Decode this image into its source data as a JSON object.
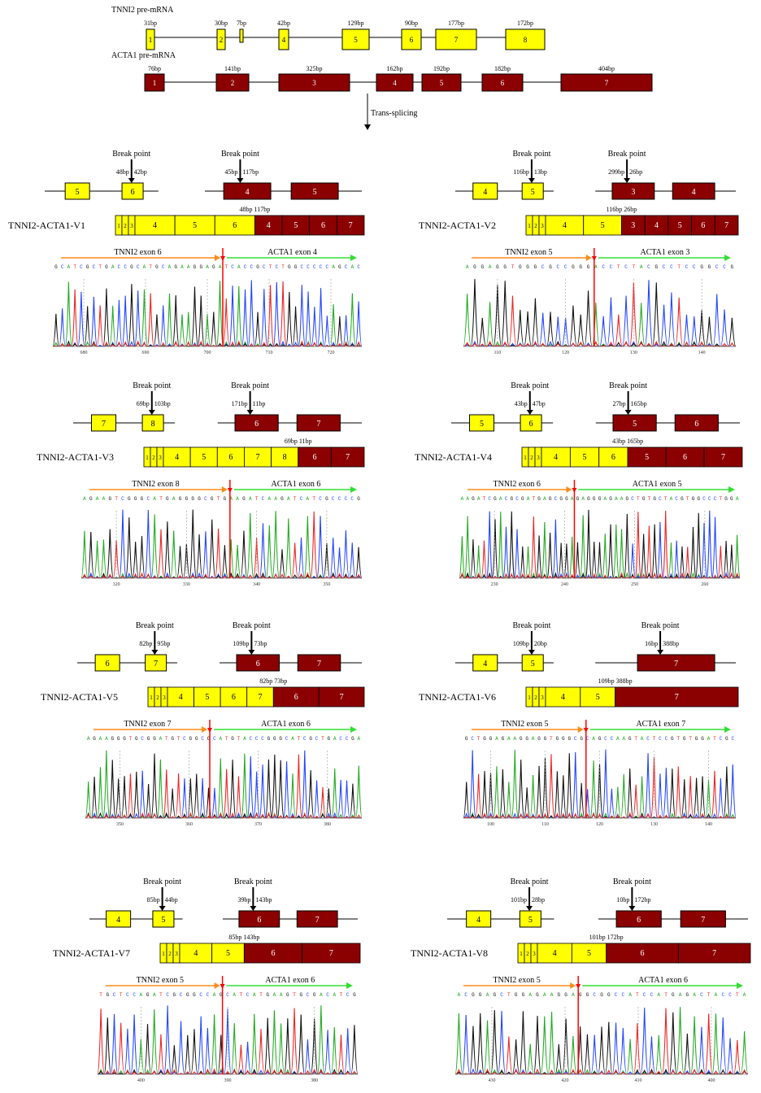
{
  "colors": {
    "tnni2": "#ffff00",
    "acta1": "#8b0000",
    "orange_arrow": "#ff8c1a",
    "green_arrow": "#33dd33",
    "junction": "#ff0000",
    "trace_A": "#22aa22",
    "trace_C": "#2244ff",
    "trace_G": "#111111",
    "trace_T": "#ee2222"
  },
  "pre_mrna": {
    "tnni2": {
      "title": "TNNI2 pre-mRNA",
      "exons": [
        {
          "label": "1",
          "size": "31bp"
        },
        {
          "label": "2",
          "size": "30bp"
        },
        {
          "label": "",
          "size": "7bp"
        },
        {
          "label": "4",
          "size": "42bp"
        },
        {
          "label": "5",
          "size": "129bp"
        },
        {
          "label": "6",
          "size": "90bp"
        },
        {
          "label": "7",
          "size": "177bp"
        },
        {
          "label": "8",
          "size": "172bp"
        }
      ]
    },
    "acta1": {
      "title": "ACTA1 pre-mRNA",
      "exons": [
        {
          "label": "1",
          "size": "76bp"
        },
        {
          "label": "2",
          "size": "141bp"
        },
        {
          "label": "3",
          "size": "325bp"
        },
        {
          "label": "4",
          "size": "162bp"
        },
        {
          "label": "5",
          "size": "192bp"
        },
        {
          "label": "6",
          "size": "182bp"
        },
        {
          "label": "7",
          "size": "404bp"
        }
      ]
    },
    "arrow_label": "Trans-splicing"
  },
  "break_label": "Break point",
  "panels": [
    {
      "name": "TNNI2-ACTA1-V1",
      "tnni_exons": [
        "5",
        "6"
      ],
      "tnni_break_left": "48bp",
      "tnni_break_right": "42bp",
      "acta_exons": [
        "4",
        "5"
      ],
      "acta_break_left": "45bp",
      "acta_break_right": "117bp",
      "junction_label": "48bp 117bp",
      "fused_tnni": [
        "1",
        "2",
        "3",
        "4",
        "5",
        "6"
      ],
      "fused_acta": [
        "4",
        "5",
        "6",
        "7"
      ],
      "left_exon_label": "TNNI2 exon 6",
      "right_exon_label": "ACTA1 exon 4",
      "sequence": "GCATCGCTGACCGCATGCAGAAGGAGATCACCGCTCTGGCCCCCAGCAC",
      "ticks": [
        "680",
        "690",
        "700",
        "710",
        "720"
      ]
    },
    {
      "name": "TNNI2-ACTA1-V2",
      "tnni_exons": [
        "4",
        "5"
      ],
      "tnni_break_left": "116bp",
      "tnni_break_right": "13bp",
      "acta_exons": [
        "3",
        "4"
      ],
      "acta_break_left": "299bp",
      "acta_break_right": "26bp",
      "junction_label": "116bp 26bp",
      "fused_tnni": [
        "1",
        "2",
        "3",
        "4",
        "5"
      ],
      "fused_acta": [
        "3",
        "4",
        "5",
        "6",
        "7"
      ],
      "left_exon_label": "TNNI2 exon 5",
      "right_exon_label": "ACTA1 exon 3",
      "sequence": "AGGAGGTGGGCGCCGGGACCTCTACGCCTCCGGCCG",
      "ticks": [
        "110",
        "120",
        "130",
        "140"
      ]
    },
    {
      "name": "TNNI2-ACTA1-V3",
      "tnni_exons": [
        "7",
        "8"
      ],
      "tnni_break_left": "69bp",
      "tnni_break_right": "103bp",
      "acta_exons": [
        "6",
        "7"
      ],
      "acta_break_left": "171bp",
      "acta_break_right": "11bp",
      "junction_label": "69bp 11bp",
      "fused_tnni": [
        "1",
        "2",
        "3",
        "4",
        "5",
        "6",
        "7",
        "8"
      ],
      "fused_acta": [
        "6",
        "7"
      ],
      "left_exon_label": "TNNI2 exon 8",
      "right_exon_label": "ACTA1 exon 6",
      "sequence": "AGAAGTCGGGCATGAGGGGCGTGAAGATCAAGATCATCGCCCCG",
      "ticks": [
        "320",
        "330",
        "340",
        "350"
      ]
    },
    {
      "name": "TNNI2-ACTA1-V4",
      "tnni_exons": [
        "5",
        "6"
      ],
      "tnni_break_left": "43bp",
      "tnni_break_right": "47bp",
      "acta_exons": [
        "5",
        "6"
      ],
      "acta_break_left": "27bp",
      "acta_break_right": "165bp",
      "junction_label": "43bp 165bp",
      "fused_tnni": [
        "1",
        "2",
        "3",
        "4",
        "5",
        "6"
      ],
      "fused_acta": [
        "5",
        "6",
        "7"
      ],
      "left_exon_label": "TNNI2 exon 6",
      "right_exon_label": "ACTA1 exon 5",
      "sequence": "AAGATCGACGCGATGAGCGGAGAGGGAGAAGCTGTGCTACGTGGCCCTGGA",
      "ticks": [
        "230",
        "240",
        "250",
        "260"
      ]
    },
    {
      "name": "TNNI2-ACTA1-V5",
      "tnni_exons": [
        "6",
        "7"
      ],
      "tnni_break_left": "82bp",
      "tnni_break_right": "95bp",
      "acta_exons": [
        "6",
        "7"
      ],
      "acta_break_left": "109bp",
      "acta_break_right": "73bp",
      "junction_label": "82bp 73bp",
      "fused_tnni": [
        "1",
        "2",
        "3",
        "4",
        "5",
        "6",
        "7"
      ],
      "fused_acta": [
        "6",
        "7"
      ],
      "left_exon_label": "TNNI2 exon 7",
      "right_exon_label": "ACTA1 exon 6",
      "sequence": "AGAAGGGTGCGGATGTCGGCGCATGTACCCGGGCATCGCTGACCGA",
      "ticks": [
        "350",
        "360",
        "370",
        "380"
      ]
    },
    {
      "name": "TNNI2-ACTA1-V6",
      "tnni_exons": [
        "4",
        "5"
      ],
      "tnni_break_left": "109bp",
      "tnni_break_right": "20bp",
      "acta_exons": [
        "7"
      ],
      "acta_break_left": "16bp",
      "acta_break_right": "388bp",
      "junction_label": "109bp 388bp",
      "fused_tnni": [
        "1",
        "2",
        "3",
        "4",
        "5"
      ],
      "fused_acta": [
        "7"
      ],
      "left_exon_label": "TNNI2 exon 5",
      "right_exon_label": "ACTA1 exon 7",
      "sequence": "GCTGGAGAAGGAGGTGGGCGCAGCCAAGTACTCCGTGTGGATCGC",
      "ticks": [
        "100",
        "110",
        "120",
        "130",
        "140"
      ]
    },
    {
      "name": "TNNI2-ACTA1-V7",
      "tnni_exons": [
        "4",
        "5"
      ],
      "tnni_break_left": "85bp",
      "tnni_break_right": "44bp",
      "acta_exons": [
        "6",
        "7"
      ],
      "acta_break_left": "39bp",
      "acta_break_right": "143bp",
      "junction_label": "85bp 143bp",
      "fused_tnni": [
        "1",
        "2",
        "3",
        "4",
        "5"
      ],
      "fused_acta": [
        "6",
        "7"
      ],
      "left_exon_label": "TNNI2 exon 5",
      "right_exon_label": "ACTA1 exon 6",
      "sequence": "TGCTCCAGATCGCGGCCAGCATCATGAAGTGCGACATCG",
      "ticks": [
        "400",
        "390",
        "380"
      ]
    },
    {
      "name": "TNNI2-ACTA1-V8",
      "tnni_exons": [
        "4",
        "5"
      ],
      "tnni_break_left": "101bp",
      "tnni_break_right": "28bp",
      "acta_exons": [
        "6",
        "7"
      ],
      "acta_break_left": "10bp",
      "acta_break_right": "172bp",
      "junction_label": "101bp 172bp",
      "fused_tnni": [
        "1",
        "2",
        "3",
        "4",
        "5"
      ],
      "fused_acta": [
        "6",
        "7"
      ],
      "left_exon_label": "TNNI2 exon 5",
      "right_exon_label": "ACTA1 exon 6",
      "sequence": "ACGGAGCTGGAGAAGGAGGCGGCCATCCATGAGACTACCTA",
      "ticks": [
        "430",
        "420",
        "410",
        "400"
      ]
    }
  ]
}
